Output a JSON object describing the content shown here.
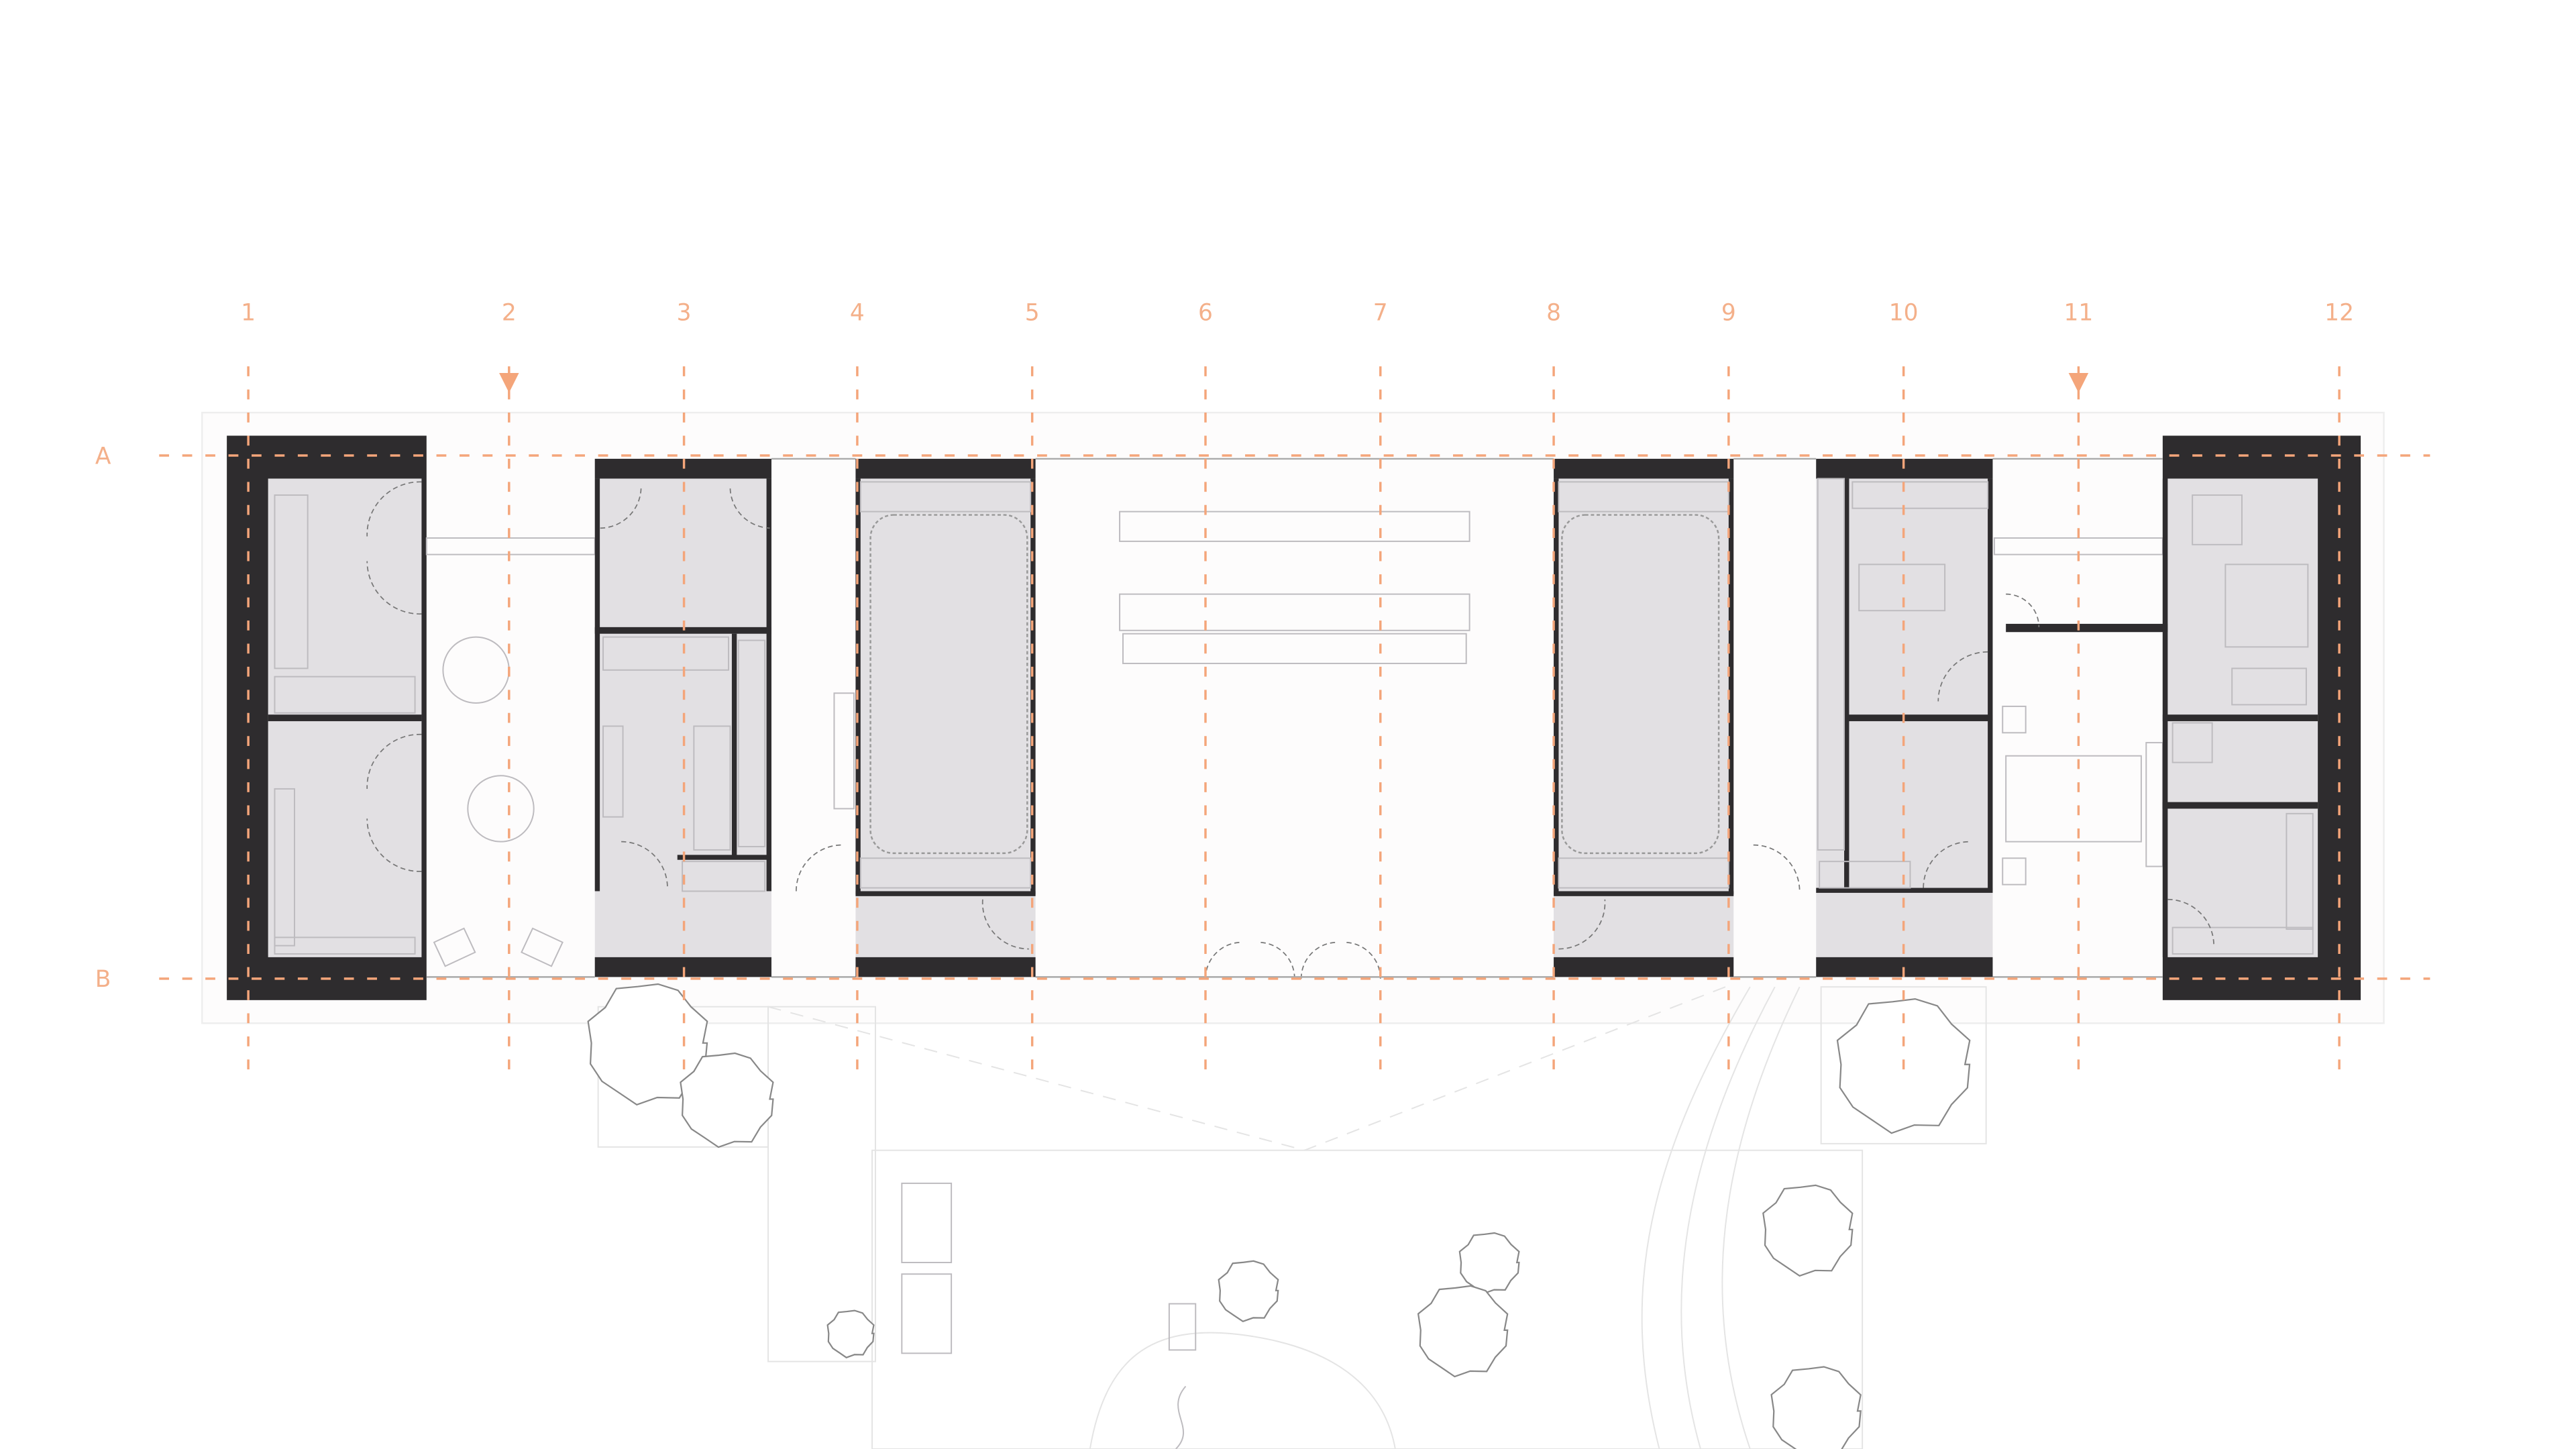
{
  "plan": {
    "grid_columns": [
      "1",
      "2",
      "3",
      "4",
      "5",
      "6",
      "7",
      "8",
      "9",
      "10",
      "11",
      "12"
    ],
    "grid_rows": [
      "A",
      "B"
    ],
    "section_marker_columns": [
      "2",
      "11"
    ]
  },
  "colors": {
    "grid": "#f4a57a",
    "wall": "#2e2c2e",
    "room_fill": "#e2e0e3"
  }
}
